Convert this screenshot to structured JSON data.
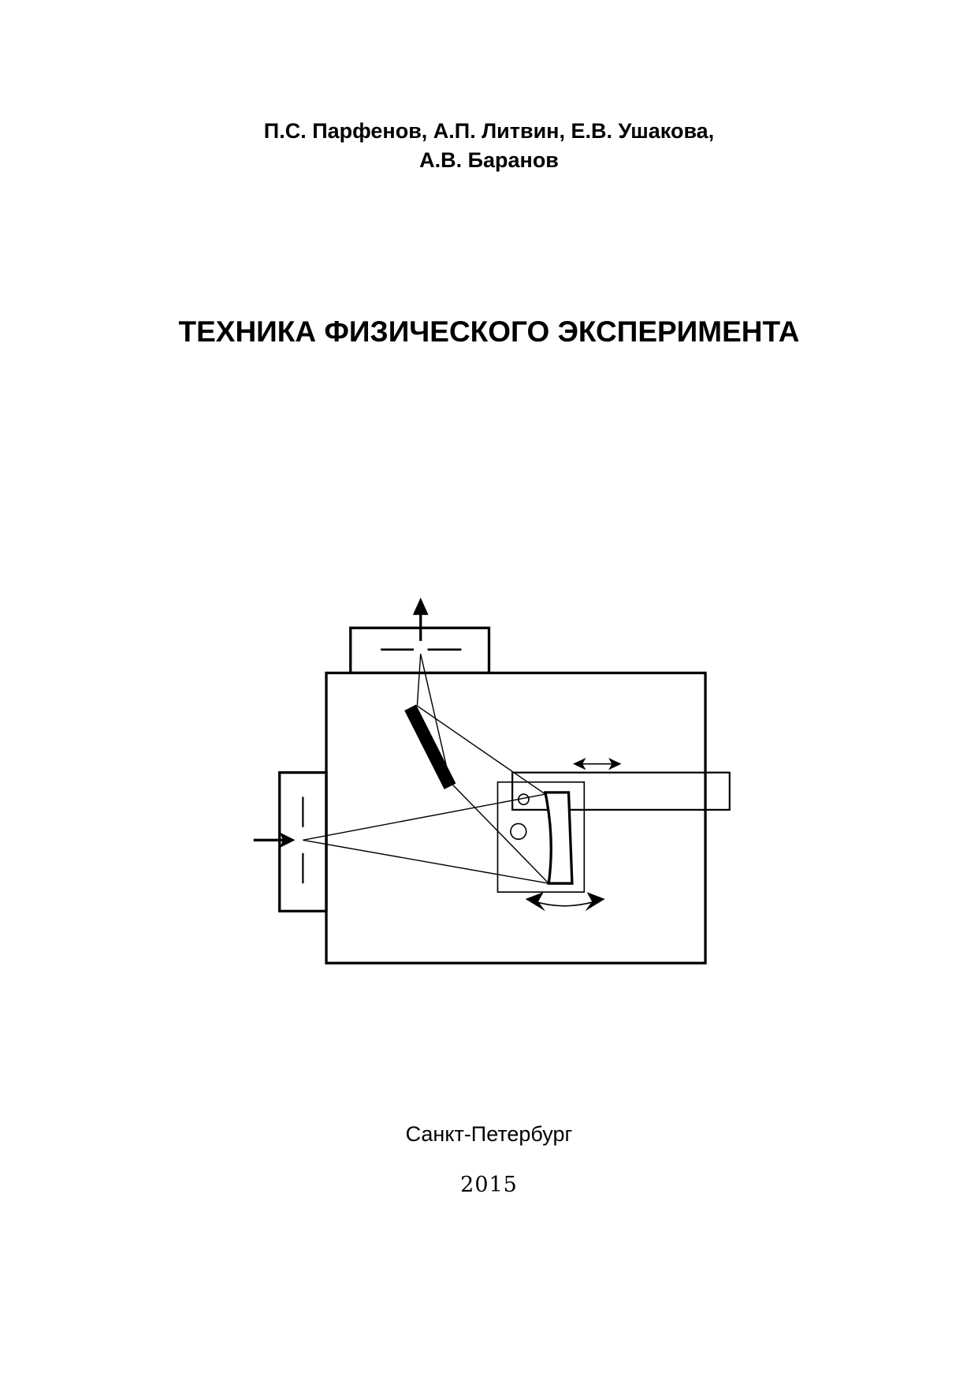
{
  "authors": {
    "line1": "П.С. Парфенов, А.П. Литвин, Е.В. Ушакова,",
    "line2": "А.В. Баранов"
  },
  "title": "ТЕХНИКА ФИЗИЧЕСКОГО ЭКСПЕРИМЕНТА",
  "city": "Санкт-Петербург",
  "year": "2015"
}
